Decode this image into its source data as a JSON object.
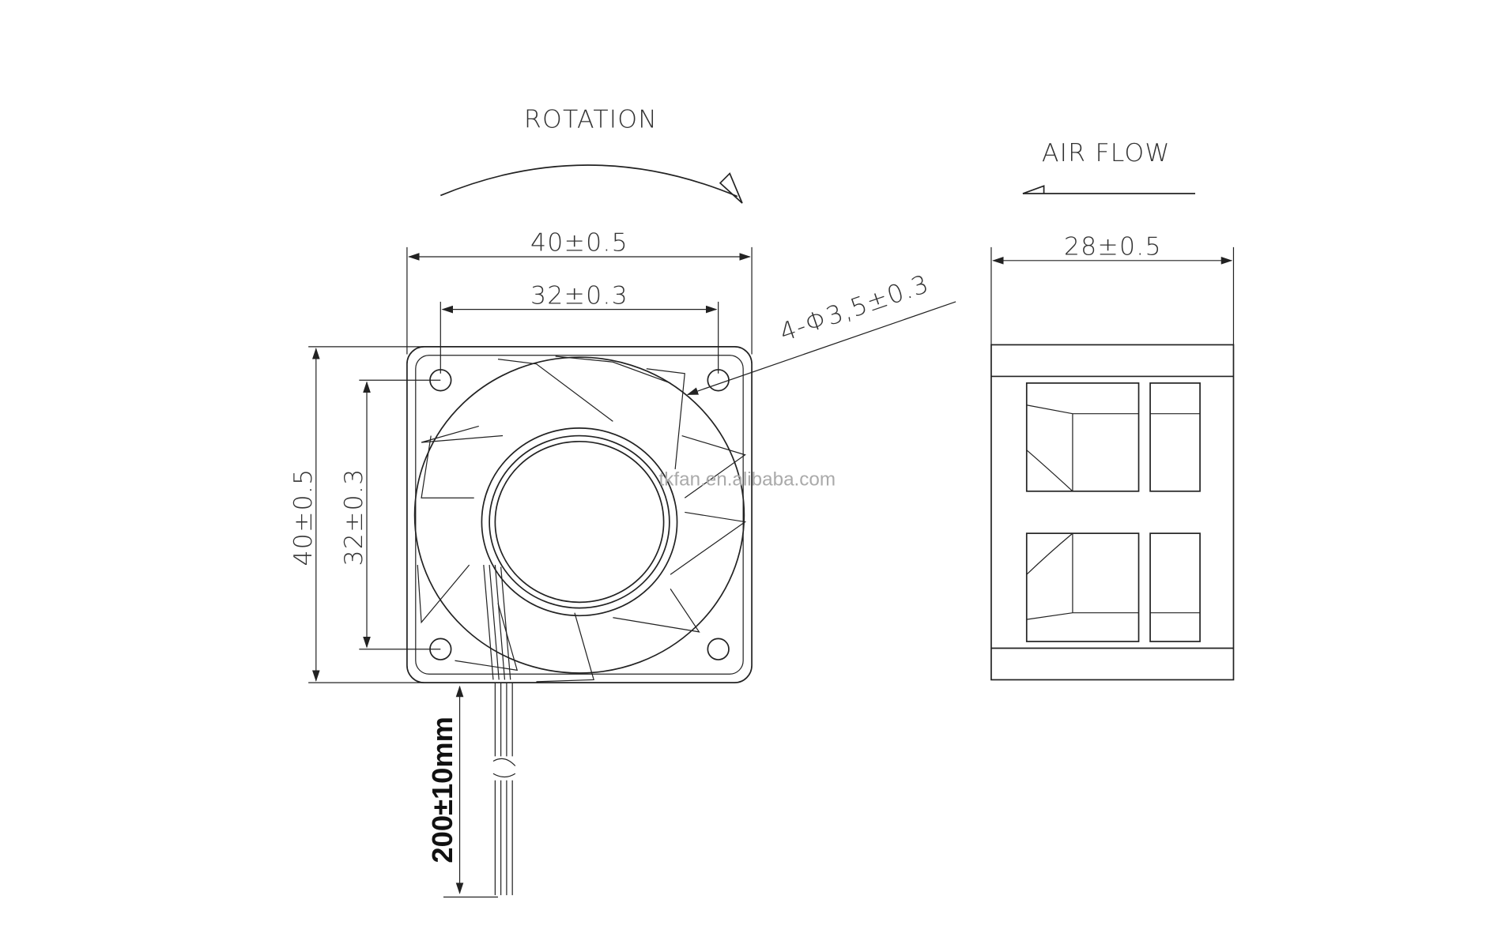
{
  "labels": {
    "rotation": "ROTATION",
    "air_flow": "AIR FLOW",
    "width_outer": "40±0.5",
    "width_holes": "32±0.3",
    "hole_spec": "4-Φ3,5±0.3",
    "height_outer": "40±0.5",
    "height_holes": "32±0.3",
    "depth": "28±0.5",
    "cable_length": "200±10mm"
  },
  "watermark": "tkfan.en.alibaba.com",
  "colors": {
    "line": "#222222",
    "background": "#ffffff"
  }
}
